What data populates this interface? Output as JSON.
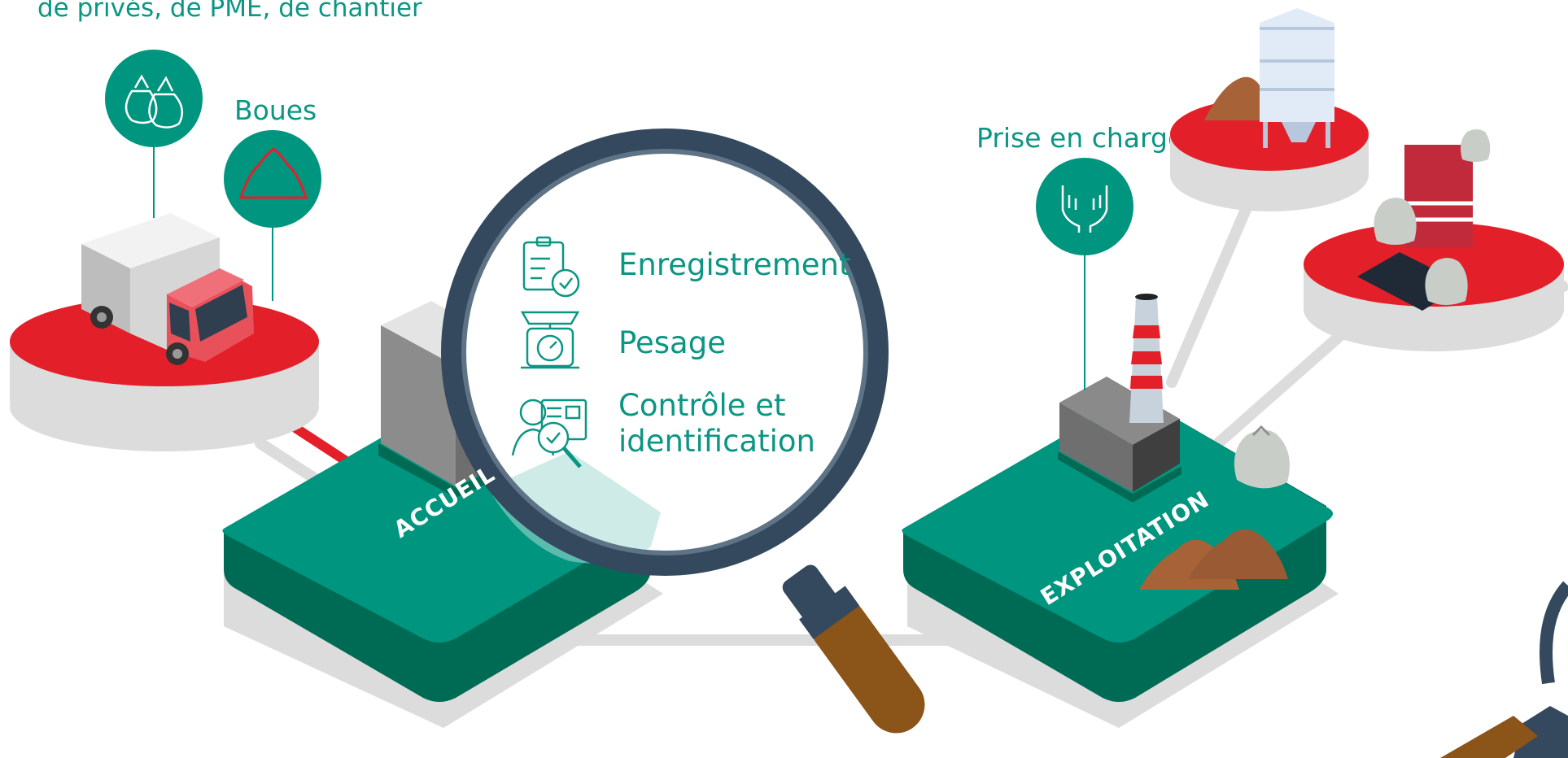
{
  "header": {
    "partial_text": "de privés, de PME, de chantier"
  },
  "labels": {
    "sludge": "Boues",
    "handling": "Prise en charge"
  },
  "magnifier": {
    "items": [
      {
        "icon": "clipboard-check-icon",
        "label": "Enregistrement"
      },
      {
        "icon": "scale-icon",
        "label": "Pesage"
      },
      {
        "icon": "inspector-icon",
        "label": "Contrôle et\nidentification"
      }
    ]
  },
  "platforms": {
    "reception": "ACCUEIL",
    "operation": "EXPLOITATION"
  },
  "colors": {
    "teal": "#00957f",
    "teal_dark": "#006b55",
    "red": "#e3202a",
    "navy": "#34495e",
    "brown": "#8b5419",
    "grey_shadow": "#dcdcdc"
  }
}
